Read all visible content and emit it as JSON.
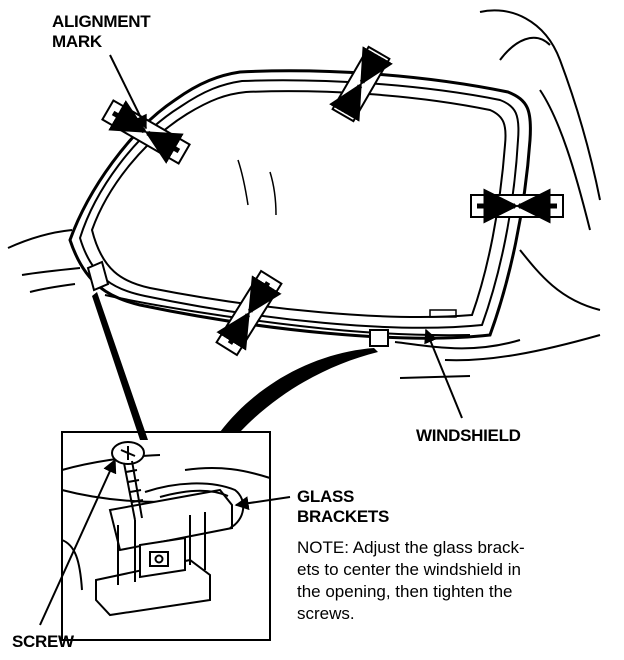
{
  "labels": {
    "alignment_mark_line1": "ALIGNMENT",
    "alignment_mark_line2": "MARK",
    "windshield": "WINDSHIELD",
    "glass_brackets_line1": "GLASS",
    "glass_brackets_line2": "BRACKETS",
    "screw": "SCREW"
  },
  "note": {
    "line1": "NOTE:  Adjust the glass brack-",
    "line2": "ets to center the windshield in",
    "line3": "the opening, then tighten the",
    "line4": "screws."
  },
  "colors": {
    "ink": "#000000",
    "paper": "#ffffff"
  }
}
